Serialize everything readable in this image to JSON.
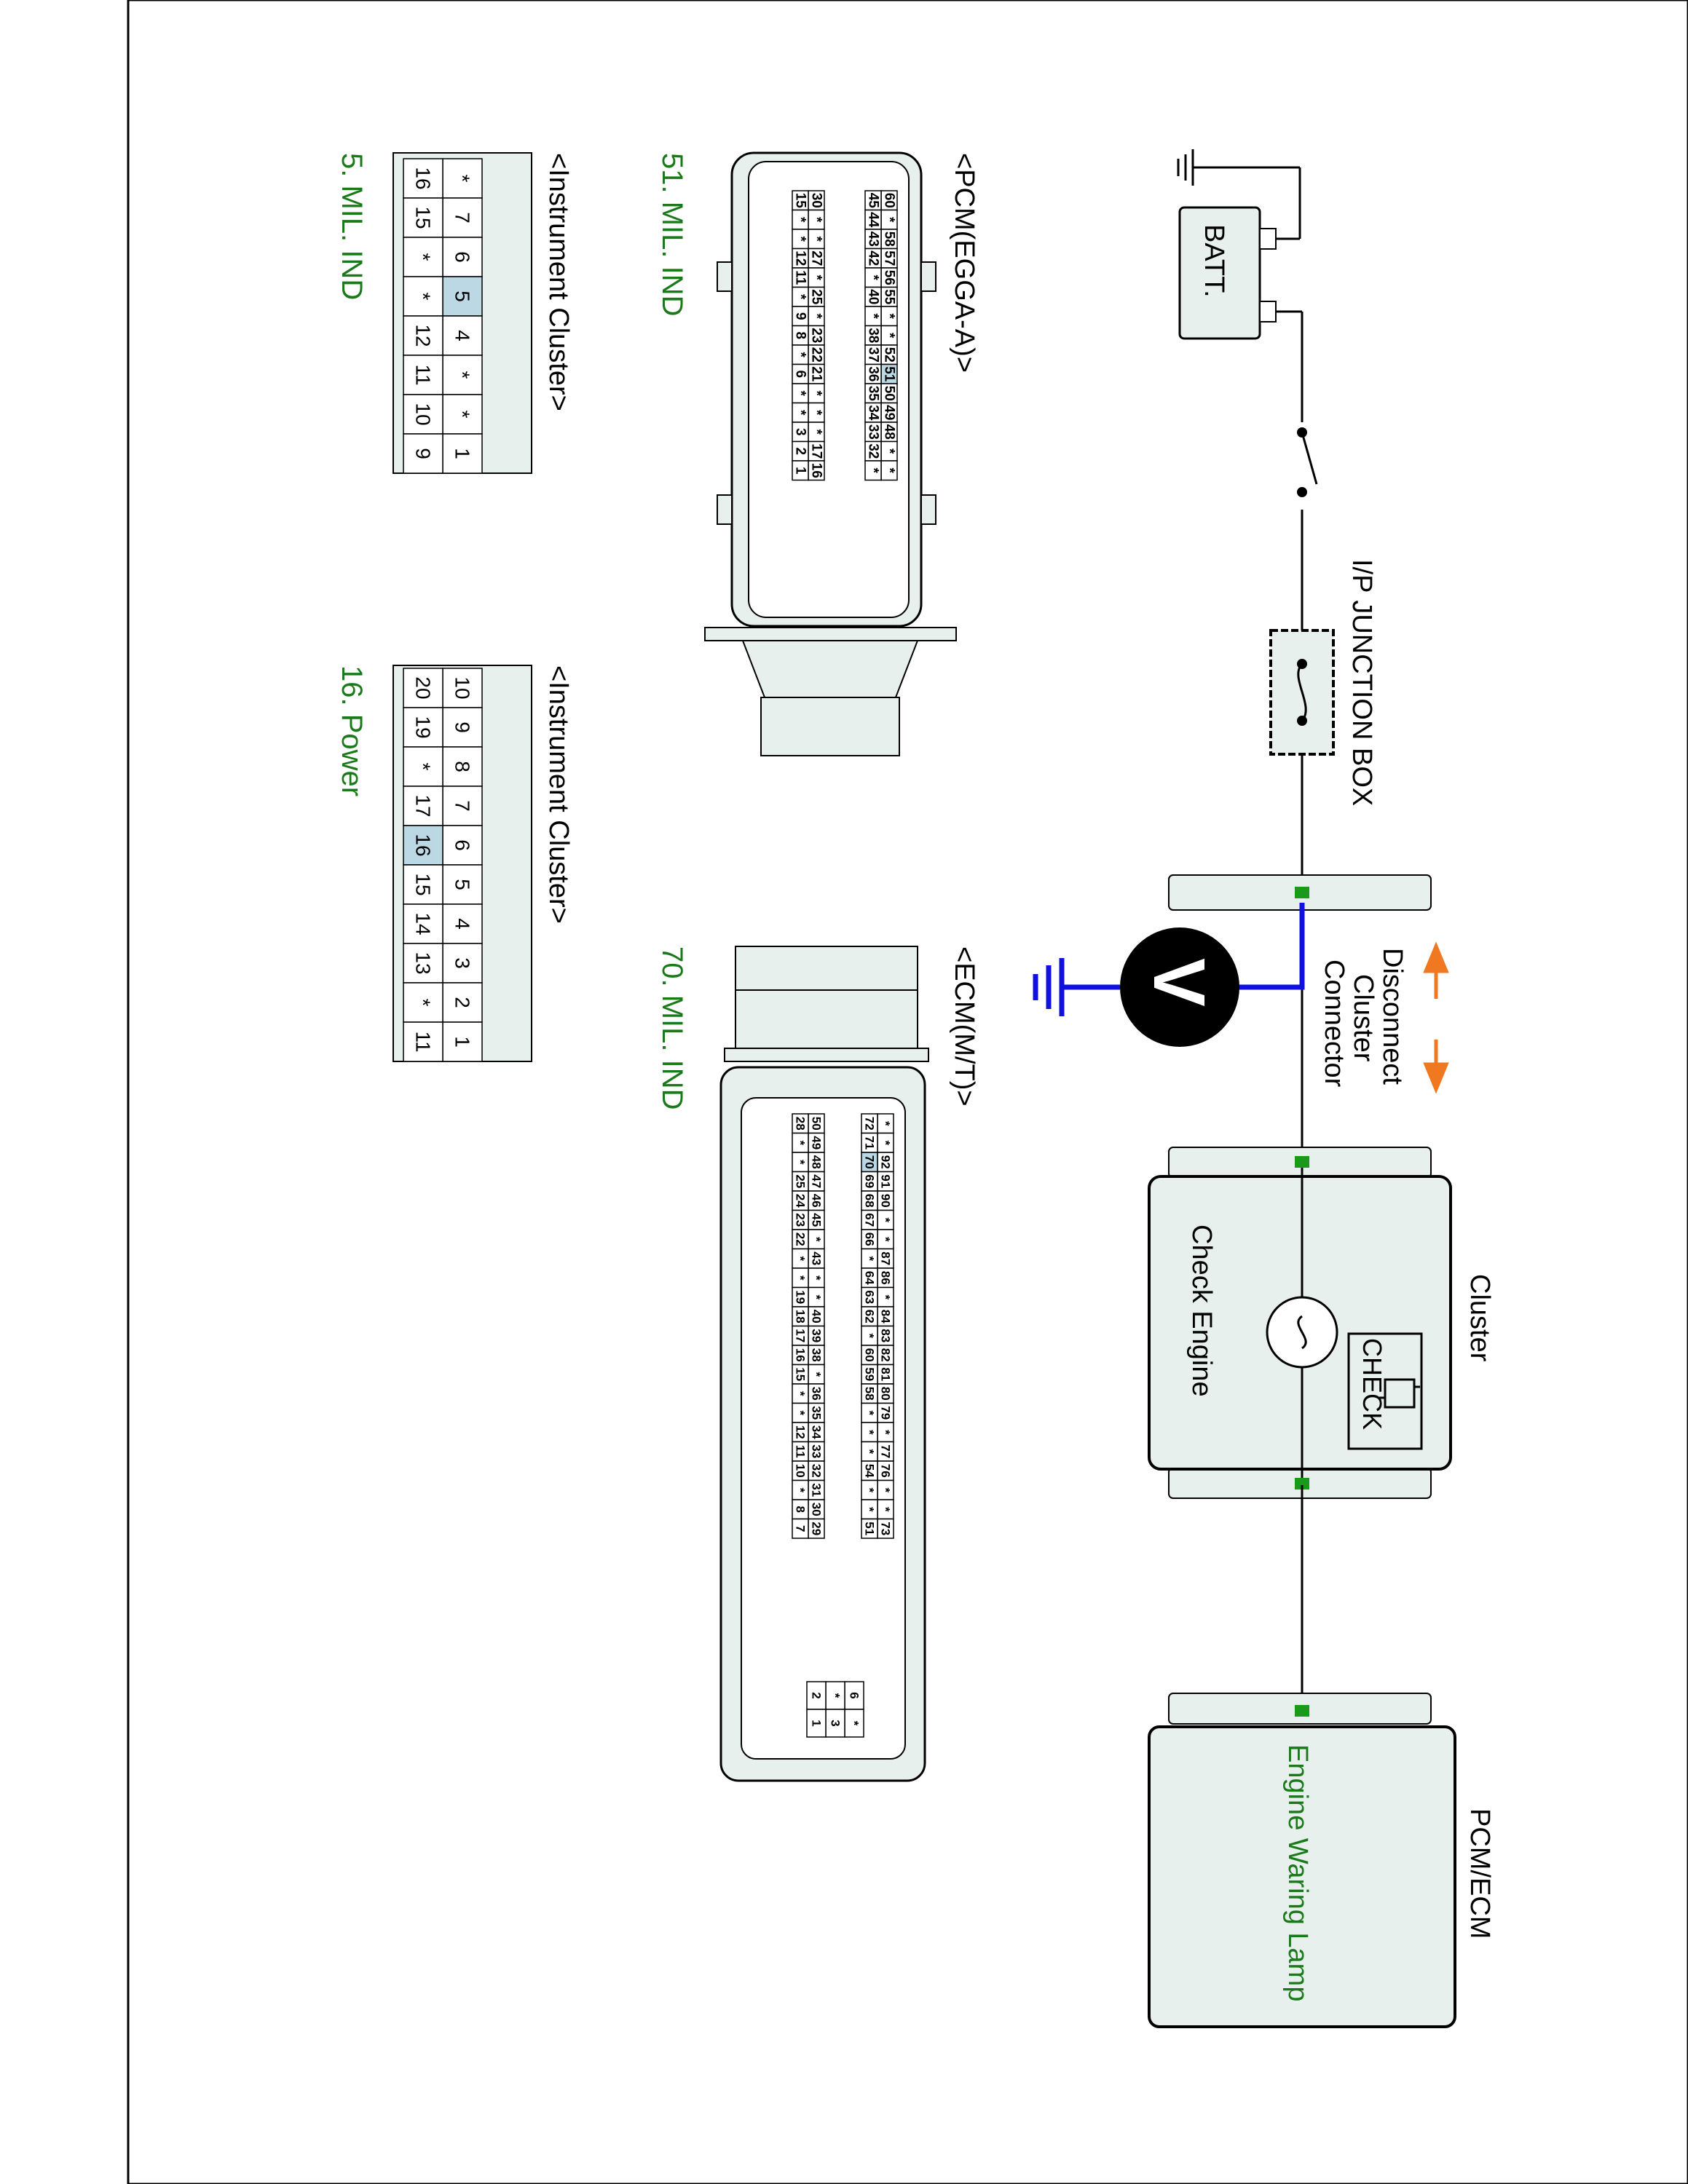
{
  "labels": {
    "batt": "BATT.",
    "ip_junction": "I/P JUNCTION BOX",
    "disconnect_1": "Disconnect",
    "disconnect_2": "Cluster",
    "disconnect_3": "Connector",
    "voltmeter": "V",
    "cluster": "Cluster",
    "check": "CHECK",
    "check_engine": "Check Engine",
    "pcm_ecm": "PCM/ECM",
    "engine_lamp": "Engine Waring Lamp",
    "pcm_conn_title": "<PCM(EGGA-A)>",
    "pcm_pin_note": "51. MIL. IND",
    "ecm_conn_title": "<ECM(M/T)>",
    "ecm_pin_note": "70. MIL. IND",
    "cluster_a_title": "<Instrument Cluster>",
    "cluster_a_note": "5. MIL. IND",
    "cluster_b_title": "<Instrument Cluster>",
    "cluster_b_note": "16. Power"
  },
  "colors": {
    "wire": "#000000",
    "meter_lead": "#1010e0",
    "pin_highlight": "#bcd8e4",
    "note_green": "#1a7a1a",
    "arrow_orange": "#f07820",
    "connector_fill": "#e8f0ee"
  },
  "connectors": {
    "pcm": {
      "row1": [
        "60",
        "*",
        "58",
        "57",
        "56",
        "55",
        "*",
        "*",
        "52",
        "51",
        "50",
        "49",
        "48",
        "*",
        "*"
      ],
      "row2": [
        "45",
        "44",
        "43",
        "42",
        "*",
        "40",
        "*",
        "38",
        "37",
        "36",
        "35",
        "34",
        "33",
        "32",
        "*"
      ],
      "row3": [
        "30",
        "*",
        "*",
        "27",
        "*",
        "25",
        "*",
        "23",
        "22",
        "21",
        "*",
        "*",
        "*",
        "17",
        "16"
      ],
      "row4": [
        "15",
        "*",
        "*",
        "12",
        "11",
        "*",
        "9",
        "8",
        "*",
        "6",
        "*",
        "*",
        "3",
        "2",
        "1"
      ],
      "highlight": "51"
    },
    "ecm": {
      "row1": [
        "*",
        "*",
        "92",
        "91",
        "90",
        "*",
        "*",
        "87",
        "86",
        "*",
        "84",
        "83",
        "82",
        "81",
        "80",
        "79",
        "*",
        "77",
        "76",
        "*",
        "*",
        "73"
      ],
      "row2": [
        "72",
        "71",
        "70",
        "69",
        "68",
        "67",
        "66",
        "*",
        "64",
        "63",
        "62",
        "*",
        "60",
        "59",
        "58",
        "*",
        "*",
        "*",
        "54",
        "*",
        "*",
        "51"
      ],
      "row3": [
        "50",
        "49",
        "48",
        "47",
        "46",
        "45",
        "*",
        "43",
        "*",
        "*",
        "40",
        "39",
        "38",
        "*",
        "36",
        "35",
        "34",
        "33",
        "32",
        "31",
        "30",
        "29"
      ],
      "row4": [
        "28",
        "*",
        "*",
        "25",
        "24",
        "23",
        "22",
        "*",
        "*",
        "19",
        "18",
        "17",
        "16",
        "15",
        "*",
        "*",
        "12",
        "11",
        "10",
        "*",
        "8",
        "7"
      ],
      "extra_top": [
        "6",
        "*"
      ],
      "extra_mid": [
        "*",
        "3"
      ],
      "extra_bot": [
        "2",
        "1"
      ],
      "highlight": "70"
    },
    "cluster_a": {
      "top": [
        "*",
        "7",
        "6",
        "5",
        "4",
        "*",
        "*",
        "1"
      ],
      "bottom": [
        "16",
        "15",
        "*",
        "*",
        "12",
        "11",
        "10",
        "9"
      ],
      "highlight": "5"
    },
    "cluster_b": {
      "top": [
        "10",
        "9",
        "8",
        "7",
        "6",
        "5",
        "4",
        "3",
        "2",
        "1"
      ],
      "bottom": [
        "20",
        "19",
        "*",
        "17",
        "16",
        "15",
        "14",
        "13",
        "*",
        "11"
      ],
      "highlight": "16"
    }
  }
}
